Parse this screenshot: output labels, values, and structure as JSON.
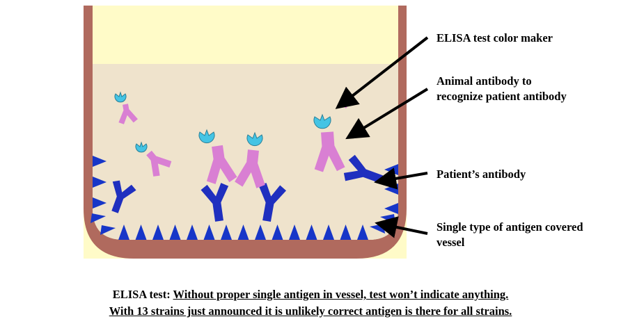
{
  "labels": {
    "color_maker": "ELISA test color maker",
    "animal_antibody_line1": "Animal antibody to",
    "animal_antibody_line2": "recognize patient antibody",
    "patient_antibody": "Patient’s antibody",
    "antigen_line1": "Single type of antigen covered",
    "antigen_line2": "vessel"
  },
  "caption": {
    "line1_prefix": "ELISA test: ",
    "line1_underlined": "Without proper single antigen in vessel, test won’t indicate anything.",
    "line2_underlined": "With 13 strains just announced it is unlikely correct antigen is there for all strains."
  },
  "colors": {
    "vessel_wall": "#b06a5e",
    "upper_background": "#fffbc8",
    "liquid": "#efe3cc",
    "antigen": "#1736c8",
    "patient_antibody": "#1f2fbf",
    "animal_antibody": "#d97fd3",
    "color_maker": "#44c4e4"
  }
}
